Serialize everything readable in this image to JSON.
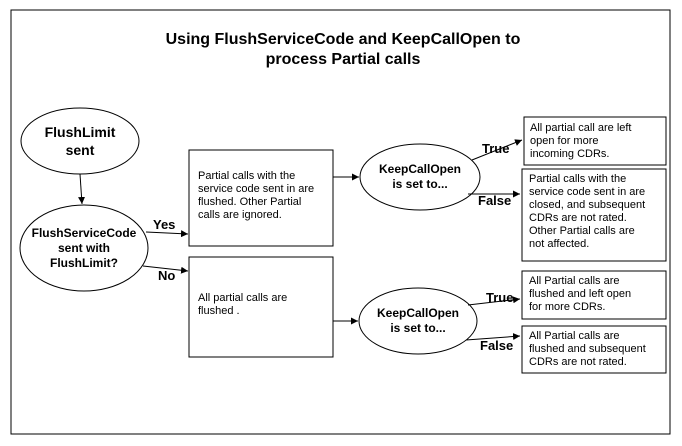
{
  "title": {
    "line1": "Using FlushServiceCode and KeepCallOpen to",
    "line2": "process Partial calls"
  },
  "nodes": {
    "flushlimit": {
      "line1": "FlushLimit",
      "line2": "sent"
    },
    "flushservicecode": {
      "line1": "FlushServiceCode",
      "line2": "sent with",
      "line3": "FlushLimit?"
    },
    "keepcallopen_top": {
      "line1": "KeepCallOpen",
      "line2": "is set to..."
    },
    "keepcallopen_bottom": {
      "line1": "KeepCallOpen",
      "line2": "is set to..."
    },
    "partial_service_code_box": {
      "lines": [
        "Partial calls with the",
        "service code sent in are",
        "flushed. Other Partial",
        "calls are ignored."
      ]
    },
    "all_partial_flushed_box": {
      "lines": [
        "All partial calls are",
        "flushed ."
      ]
    },
    "outcome_1": {
      "lines": [
        "All partial call are  left",
        "open for more",
        "incoming CDRs."
      ]
    },
    "outcome_2": {
      "lines": [
        "Partial calls with the",
        "service code sent in are",
        "closed, and subsequent",
        "CDRs are not rated.",
        "Other Partial calls are",
        "not affected."
      ]
    },
    "outcome_3": {
      "lines": [
        "All Partial calls are",
        "flushed and left open",
        "for more CDRs."
      ]
    },
    "outcome_4": {
      "lines": [
        "All Partial calls are",
        "flushed and subsequent",
        "CDRs are not rated."
      ]
    }
  },
  "edges": {
    "yes": "Yes",
    "no": "No",
    "true_top": "True",
    "false_top": "False",
    "true_bottom": "True",
    "false_bottom": "False"
  }
}
